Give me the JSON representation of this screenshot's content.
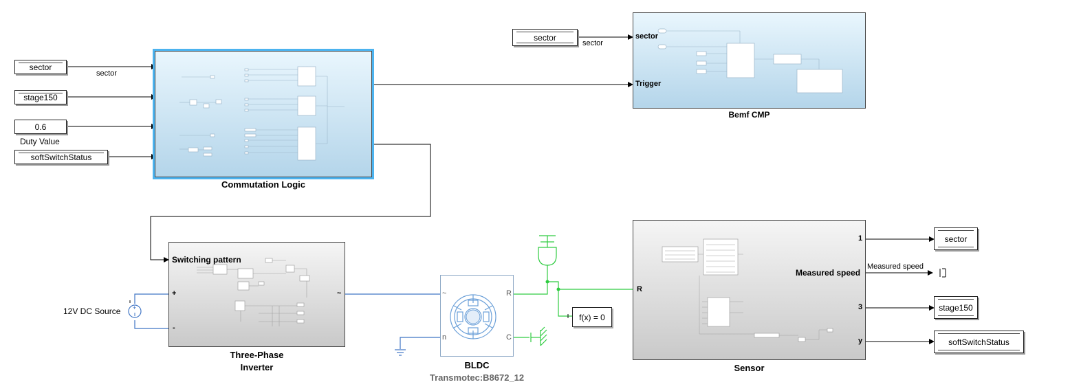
{
  "diagram": {
    "inputs": {
      "sector_tag_1": "sector",
      "stage150_tag": "stage150",
      "duty_constant": "0.6",
      "soft_switch_tag": "softSwitchStatus",
      "sector_tag_2": "sector"
    },
    "signal_labels": {
      "sector_1": "sector",
      "duty_value": "Duty Value",
      "sector_2": "sector",
      "measured_speed": "Measured speed"
    },
    "blocks": {
      "commutation_logic": "Commutation Logic",
      "bemf_cmp": "Bemf CMP",
      "inverter_line1": "Three-Phase",
      "inverter_line2": "Inverter",
      "bldc": "BLDC",
      "bldc_model": "Transmotec:B8672_12",
      "sensor": "Sensor",
      "solver": "f(x) = 0",
      "dc_source": "12V DC Source"
    },
    "ports": {
      "bemf_sector": "sector",
      "bemf_trigger": "Trigger",
      "inv_switching": "Switching pattern",
      "inv_plus": "+",
      "inv_minus": "-",
      "inv_ac": "~",
      "bldc_ac": "~",
      "bldc_n": "n",
      "bldc_r": "R",
      "bldc_c": "C",
      "sensor_r": "R",
      "sensor_out1": "1",
      "sensor_speed": "Measured speed",
      "sensor_out3": "3",
      "sensor_y": "y"
    },
    "outputs": {
      "sector_goto": "sector",
      "stage150_goto": "stage150",
      "soft_switch_goto": "softSwitchStatus"
    },
    "colors": {
      "signal": "#000000",
      "electrical": "#3f74c4",
      "mechanical": "#2ecc40",
      "selection": "#4cb3ef"
    }
  }
}
